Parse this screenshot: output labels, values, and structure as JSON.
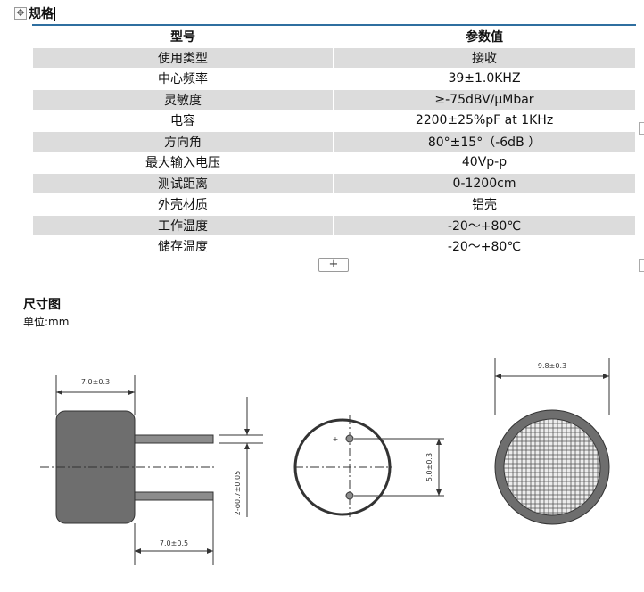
{
  "spec_section": {
    "heading": "规格",
    "table": {
      "header": [
        "型号",
        "参数值"
      ],
      "rows": [
        [
          "使用类型",
          "接收"
        ],
        [
          "中心频率",
          "39±1.0KHZ"
        ],
        [
          "灵敏度",
          "≥-75dBV/μMbar"
        ],
        [
          "电容",
          "2200±25%pF at 1KHz"
        ],
        [
          "方向角",
          "80°±15°（-6dB ）"
        ],
        [
          "最大输入电压",
          "40Vp-p"
        ],
        [
          "测试距离",
          "0-1200cm"
        ],
        [
          "外壳材质",
          "铝壳"
        ],
        [
          "工作温度",
          "-20～+80℃"
        ],
        [
          "储存温度",
          "-20～+80℃"
        ]
      ]
    },
    "add_row_symbol": "+",
    "move_handle_symbol": "✥"
  },
  "dimension_section": {
    "title": "尺寸图",
    "unit_label": "单位:mm",
    "drawing_labels": {
      "body_length": "7.0±0.3",
      "pin_length": "7.0±0.5",
      "pin_diameter": "2-φ0.7±0.05",
      "pin_spacing": "5.0±0.3",
      "outer_diameter": "9.8±0.3",
      "polarity": "+"
    },
    "colors": {
      "body_fill": "#6e6e6e",
      "pin_fill": "#8c8c8c",
      "mesh_fill": "#ececec"
    }
  }
}
